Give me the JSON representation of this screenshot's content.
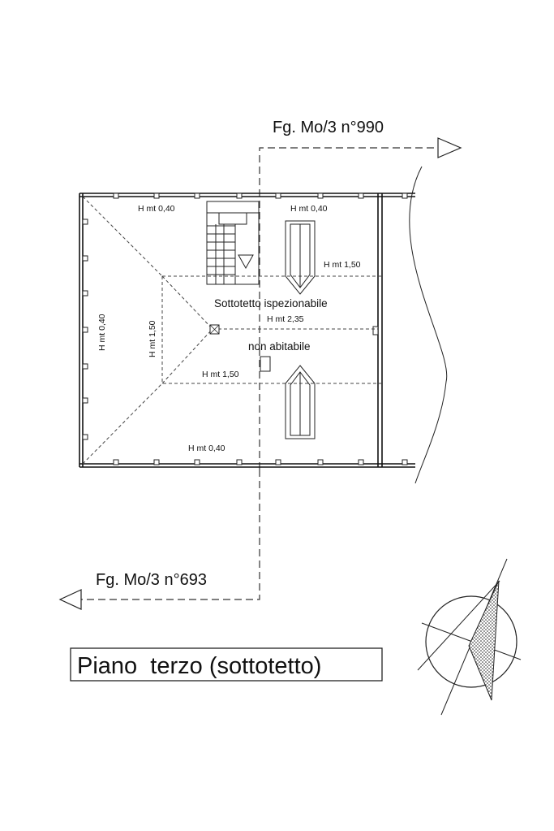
{
  "section_refs": {
    "top": "Fg. Mo/3 n°990",
    "bottom": "Fg. Mo/3 n°693"
  },
  "heights": {
    "top_left": "H mt 0,40",
    "top_right": "H mt 0,40",
    "right_upper": "H mt 1,50",
    "center": "H mt 2,35",
    "lower_center": "H mt 1,50",
    "bottom": "H mt 0,40",
    "left_vertical": "H mt 0,40",
    "inner_vertical": "H mt 1,50"
  },
  "room": {
    "line1": "Sottotetto ispezionabile",
    "line2": "non abitabile"
  },
  "title": "Piano  terzo (sottotetto)",
  "colors": {
    "ink": "#111111",
    "paper": "#ffffff"
  }
}
